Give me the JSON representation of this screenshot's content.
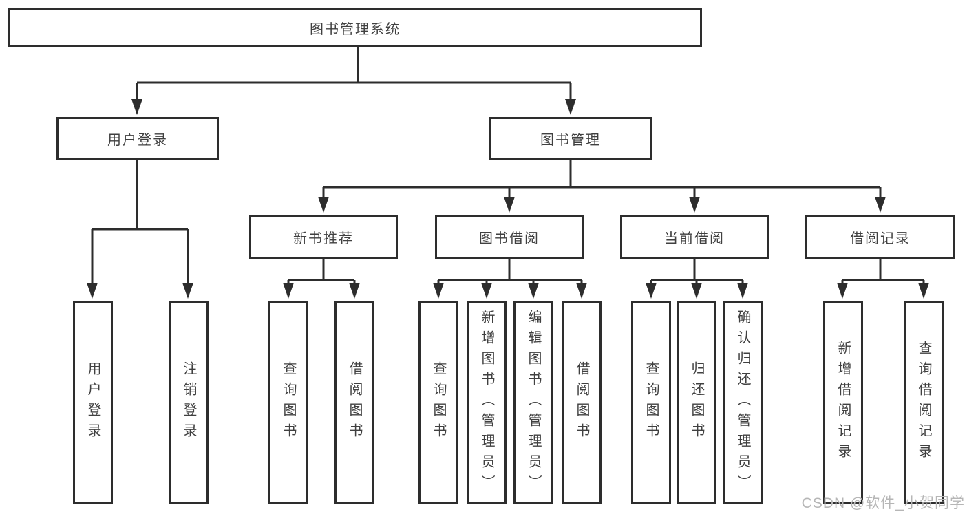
{
  "diagram_type": "tree",
  "nodes": {
    "root": "图书管理系统",
    "user_login": "用户登录",
    "book_mgmt": "图书管理",
    "new_book_rec": "新书推荐",
    "book_borrow": "图书借阅",
    "current_borrow": "当前借阅",
    "borrow_records": "借阅记录",
    "leaf_user_login": "用户登录",
    "leaf_logout": "注销登录",
    "leaf_query_book_1": "查询图书",
    "leaf_borrow_book_1": "借阅图书",
    "leaf_query_book_2": "查询图书",
    "leaf_add_book": "新增图书（管理员）",
    "leaf_edit_book": "编辑图书（管理员）",
    "leaf_borrow_book_2": "借阅图书",
    "leaf_query_book_3": "查询图书",
    "leaf_return_book": "归还图书",
    "leaf_confirm_return": "确认归还（管理员）",
    "leaf_add_record": "新增借阅记录",
    "leaf_query_record": "查询借阅记录"
  },
  "edges": [
    {
      "from": "图书管理系统",
      "to": [
        "用户登录",
        "图书管理"
      ]
    },
    {
      "from": "用户登录",
      "to": [
        "用户登录",
        "注销登录"
      ]
    },
    {
      "from": "图书管理",
      "to": [
        "新书推荐",
        "图书借阅",
        "当前借阅",
        "借阅记录"
      ]
    },
    {
      "from": "新书推荐",
      "to": [
        "查询图书",
        "借阅图书"
      ]
    },
    {
      "from": "图书借阅",
      "to": [
        "查询图书",
        "新增图书（管理员）",
        "编辑图书（管理员）",
        "借阅图书"
      ]
    },
    {
      "from": "当前借阅",
      "to": [
        "查询图书",
        "归还图书",
        "确认归还（管理员）"
      ]
    },
    {
      "from": "借阅记录",
      "to": [
        "新增借阅记录",
        "查询借阅记录"
      ]
    }
  ],
  "watermark": "CSDN @软件_小贺同学",
  "colors": {
    "line": "#2d2d2d",
    "box_border": "#2d2d2d",
    "text": "#404040",
    "watermark": "#b6b6b6",
    "background": "#ffffff"
  }
}
